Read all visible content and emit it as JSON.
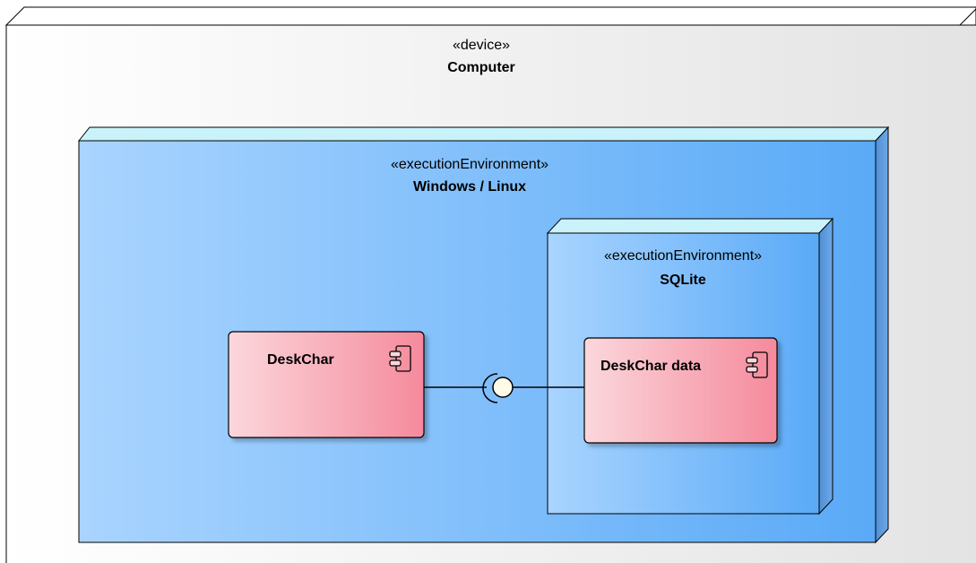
{
  "device": {
    "stereotype": "«device»",
    "name": "Computer"
  },
  "os_environment": {
    "stereotype": "«executionEnvironment»",
    "name": "Windows / Linux"
  },
  "db_environment": {
    "stereotype": "«executionEnvironment»",
    "name": "SQLite"
  },
  "components": [
    {
      "name": "DeskChar",
      "icon": "component-icon"
    },
    {
      "name": "DeskChar data",
      "icon": "component-icon"
    }
  ],
  "connector": {
    "type": "ball-and-socket",
    "icon": "provided-required-interface-icon"
  },
  "colors": {
    "device_fill": "#f2f2f2",
    "environment_fill_light": "#a9d4ff",
    "environment_fill_dark": "#5aaaf7",
    "environment_top": "#c9f2fa",
    "component_fill_light": "#fbd7dc",
    "component_fill_dark": "#f58a9c",
    "outline": "#000000"
  }
}
